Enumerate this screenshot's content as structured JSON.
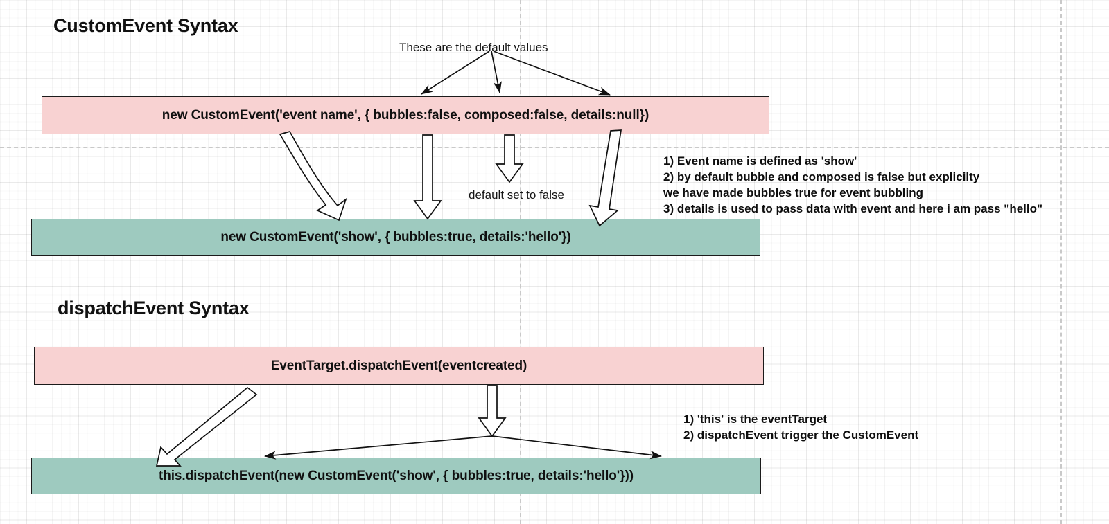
{
  "diagram": {
    "title": "CustomEvent Syntax",
    "sections": [
      {
        "heading": "CustomEvent Syntax",
        "top_note": "These are the default values",
        "syntax_box": "new CustomEvent('event name', { bubbles:false, composed:false, details:null})",
        "example_box": "new CustomEvent('show', { bubbles:true,  details:'hello'})",
        "inline_note": "default set to false",
        "annotations": [
          "1) Event name is defined as 'show'",
          "2) by default bubble and composed is false but explicilty",
          " we have made bubbles true for event bubbling",
          "3) details is used to pass data with event and here i am pass \"hello\""
        ]
      },
      {
        "heading": "dispatchEvent Syntax",
        "syntax_box": "EventTarget.dispatchEvent(eventcreated)",
        "example_box": "this.dispatchEvent(new CustomEvent('show', { bubbles:true,  details:'hello'}))",
        "annotations": [
          "1) 'this' is the eventTarget",
          "2) dispatchEvent trigger the CustomEvent"
        ]
      }
    ],
    "colors": {
      "syntax_box_fill": "#f8d2d2",
      "example_box_fill": "#9ecabf",
      "stroke": "#111111",
      "grid": "#eeeeee",
      "guide": "#c9c9c9"
    }
  }
}
